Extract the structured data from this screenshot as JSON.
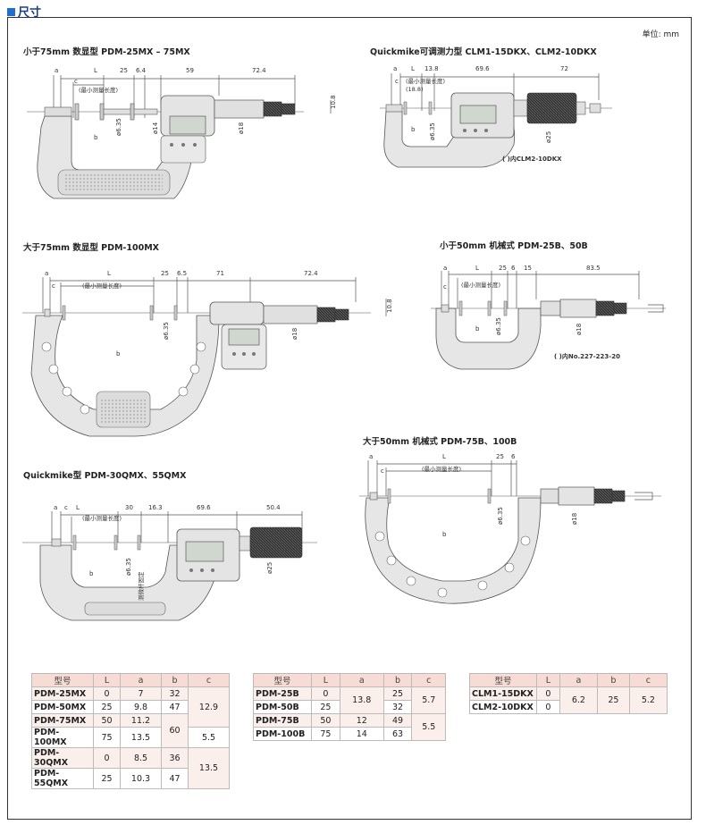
{
  "header": {
    "title": "尺寸"
  },
  "unit": "单位: mm",
  "sections": {
    "pdm25": {
      "title": "小于75mm 数显型   PDM-25MX – 75MX",
      "labels": {
        "a": "a",
        "L": "L",
        "c": "c",
        "d25": "25",
        "d64": "6.4",
        "d59": "59",
        "d724": "72.4",
        "d108": "10.8",
        "b": "b",
        "d635": "ø6.35",
        "d14": "ø14",
        "d18": "ø18",
        "min": "(最小测量长度)"
      }
    },
    "clm": {
      "title": "Quickmike可调测力型   CLM1-15DKX、CLM2-10DKX",
      "labels": {
        "a": "a",
        "L": "L",
        "d138": "13.8",
        "d696": "69.6",
        "d72": "72",
        "c": "c",
        "b": "b",
        "min": "(最小测量长度)",
        "d188": "(18.8)",
        "d635": "ø6.35",
        "d25": "ø25"
      },
      "note": "(   )内CLM2-10DKX"
    },
    "pdm100": {
      "title": "大于75mm 数显型   PDM-100MX",
      "labels": {
        "a": "a",
        "L": "L",
        "d25": "25",
        "d65": "6.5",
        "d71": "71",
        "d724": "72.4",
        "c": "c",
        "min": "(最小测量长度)",
        "d108": "10.8",
        "b": "b",
        "d635": "ø6.35",
        "d18": "ø18"
      }
    },
    "pdm25b": {
      "title": "小于50mm 机械式   PDM-25B、50B",
      "labels": {
        "a": "a",
        "L": "L",
        "d25": "25",
        "d6": "6",
        "d15": "15",
        "d835": "83.5",
        "c": "c",
        "min": "(最小测量长度)",
        "b": "b",
        "d635": "ø6.35",
        "d18": "ø18"
      },
      "note": "(   )内No.227-223-20"
    },
    "pdm75b": {
      "title": "大于50mm 机械式   PDM-75B、100B",
      "labels": {
        "a": "a",
        "c": "c",
        "L": "L",
        "d25": "25",
        "d6": "6",
        "min": "(最小测量长度)",
        "b": "b",
        "d635": "ø6.35",
        "d18": "ø18"
      }
    },
    "pdm30q": {
      "title": "Quickmike型   PDM-30QMX、55QMX",
      "labels": {
        "a": "a",
        "c": "c",
        "L": "L",
        "min": "(最小测量长度)",
        "d30": "30",
        "d163": "16.3",
        "d696": "69.6",
        "d504": "50.4",
        "b": "b",
        "d635": "ø6.35",
        "clamp": "测微杆固定",
        "d25": "ø25"
      }
    }
  },
  "tables": {
    "t1": {
      "headers": [
        "型号",
        "L",
        "a",
        "b",
        "c"
      ],
      "rows": [
        [
          "PDM-25MX",
          "0",
          "7",
          "32"
        ],
        [
          "PDM-50MX",
          "25",
          "9.8",
          "47"
        ],
        [
          "PDM-75MX",
          "50",
          "11.2"
        ],
        [
          "PDM-100MX",
          "75",
          "13.5"
        ],
        [
          "PDM-30QMX",
          "0",
          "8.5",
          "36"
        ],
        [
          "PDM-55QMX",
          "25",
          "10.3",
          "47"
        ]
      ],
      "merged": {
        "b60": "60",
        "c129": "12.9",
        "c55": "5.5",
        "c135": "13.5"
      }
    },
    "t2": {
      "headers": [
        "型号",
        "L",
        "a",
        "b",
        "c"
      ],
      "rows": [
        [
          "PDM-25B",
          "0",
          "25"
        ],
        [
          "PDM-50B",
          "25",
          "32"
        ],
        [
          "PDM-75B",
          "50",
          "12",
          "49"
        ],
        [
          "PDM-100B",
          "75",
          "14",
          "63"
        ]
      ],
      "merged": {
        "a138": "13.8",
        "c57": "5.7",
        "c55": "5.5"
      }
    },
    "t3": {
      "headers": [
        "型号",
        "L",
        "a",
        "b",
        "c"
      ],
      "rows": [
        [
          "CLM1-15DKX",
          "0"
        ],
        [
          "CLM2-10DKX",
          "0"
        ]
      ],
      "merged": {
        "a62": "6.2",
        "b25": "25",
        "c52": "5.2"
      }
    }
  },
  "colors": {
    "body": "#e6e6e6",
    "edge": "#555",
    "accent": "#1e6fd0",
    "table_head": "#f6dcd4"
  }
}
